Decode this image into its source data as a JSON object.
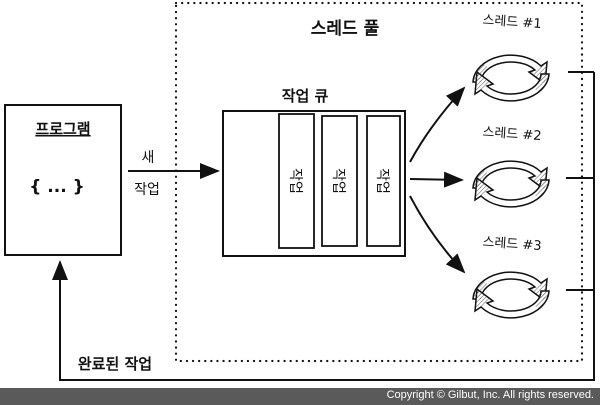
{
  "program": {
    "title": "프로그램",
    "code": "{ ... }"
  },
  "new_task": {
    "line1": "새",
    "line2": "작업"
  },
  "thread_pool": {
    "title": "스레드 풀"
  },
  "queue": {
    "title": "작업 큐",
    "items": [
      "작업",
      "작업",
      "작업"
    ]
  },
  "threads": [
    "스레드 #1",
    "스레드 #2",
    "스레드 #3"
  ],
  "completed": "완료된 작업",
  "footer": "Copyright © Gilbut, Inc. All rights reserved."
}
